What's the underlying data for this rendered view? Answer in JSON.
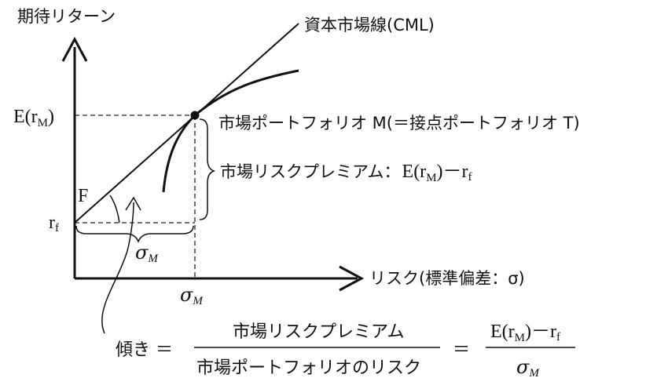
{
  "diagram": {
    "y_axis_label": "期待リターン",
    "x_axis_label": "リスク(標準偏差：σ)",
    "cml_label": "資本市場線(CML)",
    "expected_market_return": "E(r",
    "expected_market_return_sub": "M",
    "expected_market_return_close": ")",
    "risk_free": "r",
    "risk_free_sub": "f",
    "point_F": "F",
    "sigma_symbol": "σ",
    "sigma_sub": "M",
    "market_portfolio_label": "市場ポートフォリオ M(＝接点ポートフォリオ T)",
    "premium_label": "市場リスクプレミアム：",
    "premium_expr_close": ")－r",
    "slope_label": "傾き ＝",
    "slope_numerator": "市場リスクプレミアム",
    "slope_denominator": "市場ポートフォリオのリスク",
    "equals": "＝",
    "colors": {
      "ink": "#111111",
      "background": "#ffffff"
    }
  }
}
